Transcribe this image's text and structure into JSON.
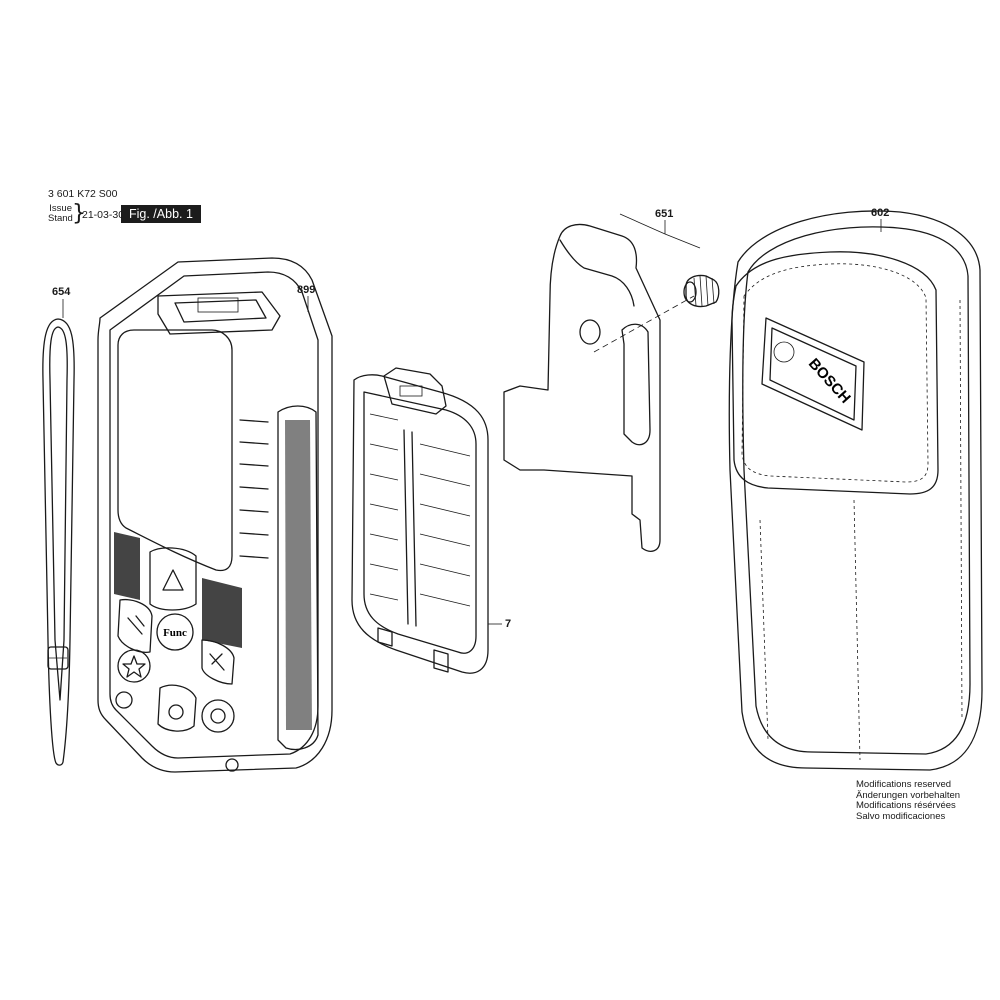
{
  "header": {
    "part_number": "3 601 K72 S00",
    "issue_label": "Issue",
    "stand_label": "Stand",
    "date": "21-03-30",
    "figure": "Fig. /Abb. 1"
  },
  "parts": [
    {
      "id": "654",
      "item": "hand-strap"
    },
    {
      "id": "899",
      "item": "laser-measure-housing"
    },
    {
      "id": "7",
      "item": "battery-cover"
    },
    {
      "id": "651",
      "item": "belt-clip"
    },
    {
      "id": "602",
      "item": "carrying-pouch"
    }
  ],
  "device": {
    "func_button": "Func"
  },
  "pouch": {
    "brand": "BOSCH"
  },
  "footer": {
    "lines": [
      "Modifications reserved",
      "Änderungen vorbehalten",
      "Modifications résérvées",
      "Salvo modificaciones"
    ]
  },
  "colors": {
    "line": "#1a1a1a",
    "label_box": "#1c1c1c",
    "background": "#ffffff"
  }
}
